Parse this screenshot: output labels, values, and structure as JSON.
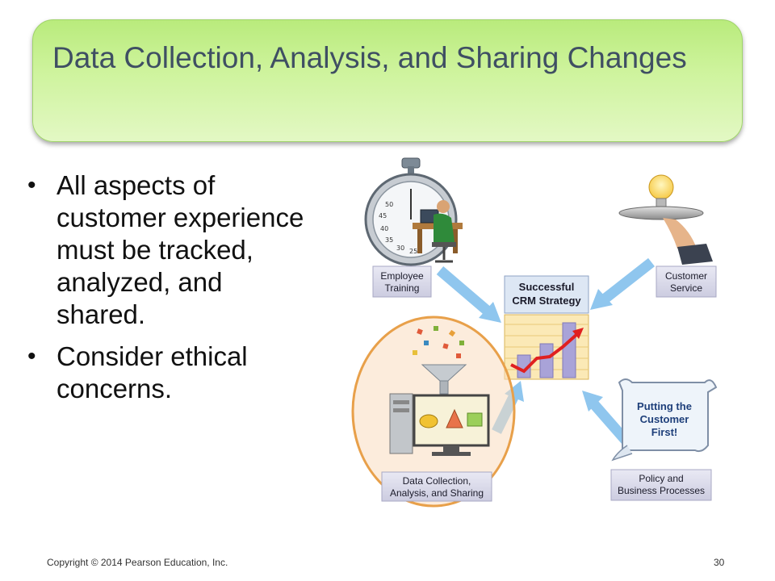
{
  "slide": {
    "title": "Data Collection, Analysis, and Sharing Changes",
    "bullets": [
      "All aspects of customer experience must be tracked, analyzed, and shared.",
      "Consider ethical concerns."
    ]
  },
  "figure": {
    "employee_training": [
      "Employee",
      "Training"
    ],
    "customer_service": [
      "Customer",
      "Service"
    ],
    "center": [
      "Successful",
      "CRM Strategy"
    ],
    "scroll": [
      "Putting the",
      "Customer",
      "First!"
    ],
    "data_collection": [
      "Data Collection,",
      "Analysis, and Sharing"
    ],
    "policy": [
      "Policy and",
      "Business Processes"
    ],
    "stopwatch_numbers": [
      "50",
      "45",
      "40",
      "35",
      "30",
      "25"
    ]
  },
  "footer": {
    "copyright": "Copyright © 2014 Pearson Education, Inc.",
    "page_number": "30"
  },
  "colors": {
    "banner": "#c6f08f",
    "title_text": "#3f4f63",
    "arrow": "#8fc6ee",
    "highlight_circle": "#e8a04a",
    "trend_line": "#e02020"
  }
}
